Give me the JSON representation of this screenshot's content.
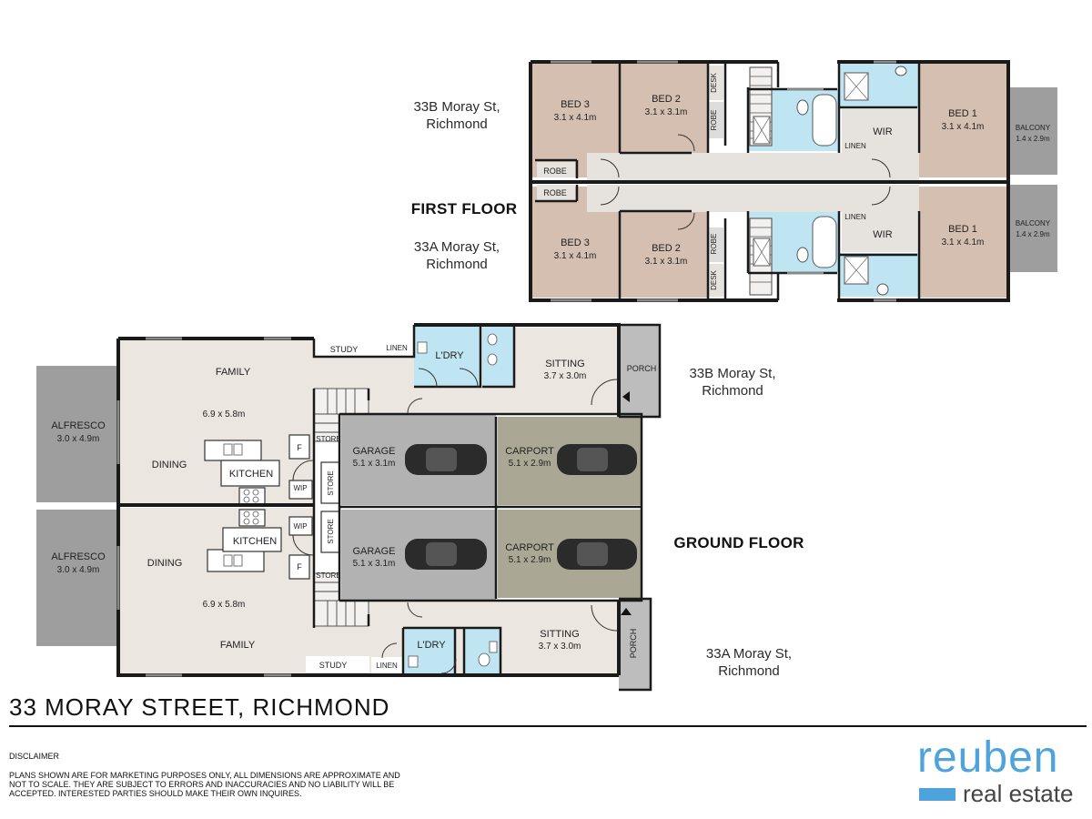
{
  "first_floor": {
    "label": "FIRST FLOOR",
    "unit_b": {
      "line1": "33B Moray St,",
      "line2": "Richmond"
    },
    "unit_a": {
      "line1": "33A Moray St,",
      "line2": "Richmond"
    },
    "rooms": {
      "bed3_name": "BED 3",
      "bed3_dim": "3.1 x 4.1m",
      "bed2_name": "BED 2",
      "bed2_dim": "3.1 x 3.1m",
      "bed1_name": "BED 1",
      "bed1_dim": "3.1 x 4.1m",
      "balcony_name": "BALCONY",
      "balcony_dim": "1.4 x 2.9m",
      "wir": "WIR",
      "linen": "LINEN",
      "robe": "ROBE",
      "desk": "DESK"
    }
  },
  "ground_floor": {
    "label": "GROUND FLOOR",
    "unit_b": {
      "line1": "33B Moray St,",
      "line2": "Richmond"
    },
    "unit_a": {
      "line1": "33A Moray St,",
      "line2": "Richmond"
    },
    "rooms": {
      "family": "FAMILY",
      "family_dim": "6.9 x 5.8m",
      "dining": "DINING",
      "kitchen": "KITCHEN",
      "alfresco": "ALFRESCO",
      "alfresco_dim": "3.0 x 4.9m",
      "study": "STUDY",
      "linen": "LINEN",
      "laundry": "L'DRY",
      "sitting": "SITTING",
      "sitting_dim": "3.7 x 3.0m",
      "porch": "PORCH",
      "garage": "GARAGE",
      "garage_dim": "5.1 x 3.1m",
      "carport": "CARPORT",
      "carport_dim": "5.1 x 2.9m",
      "store": "STORE",
      "wip": "WIP",
      "fridge": "F"
    }
  },
  "title": "33 MORAY STREET, RICHMOND",
  "disclaimer": {
    "heading": "DISCLAIMER",
    "text": "PLANS SHOWN ARE FOR MARKETING PURPOSES ONLY, ALL DIMENSIONS ARE APPROXIMATE AND NOT TO SCALE. THEY ARE SUBJECT TO ERRORS AND INACCURACIES AND NO LIABILITY WILL BE ACCEPTED. INTERESTED PARTIES SHOULD MAKE THEIR OWN INQUIRES."
  },
  "logo": {
    "line1": "reuben",
    "line2": "real estate"
  },
  "colors": {
    "wall": "#1a1a1a",
    "bedroom": "#d5bfb1",
    "living": "#ece6e1",
    "wet": "#bfe4f2",
    "garage": "#b2b2b2",
    "carport": "#aaa895",
    "outdoor": "#9e9e9e",
    "hall": "#e6e2de",
    "brand": "#4ea3dc"
  }
}
